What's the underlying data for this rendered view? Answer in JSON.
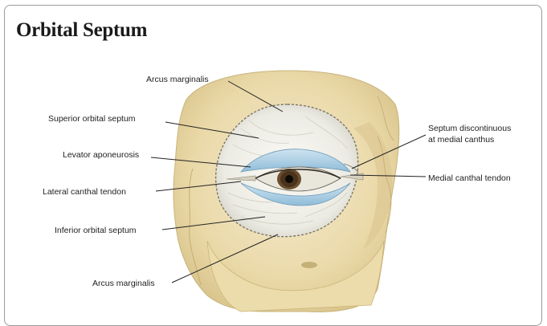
{
  "title": "Orbital Septum",
  "labels": {
    "arcus_top": "Arcus marginalis",
    "superior_septum": "Superior orbital septum",
    "levator": "Levator aponeurosis",
    "lateral_canthal": "Lateral canthal tendon",
    "inferior_septum": "Inferior orbital septum",
    "arcus_bottom": "Arcus marginalis",
    "septum_discontinuous_line1": "Septum discontinuous",
    "septum_discontinuous_line2": "at medial canthus",
    "medial_canthal": "Medial canthal tendon"
  },
  "colors": {
    "bone": "#efe0b6",
    "bone_shadow": "#d8c48e",
    "septum": "#f1efe8",
    "aponeurosis": "#a9cde3",
    "leader_line": "#222222"
  }
}
